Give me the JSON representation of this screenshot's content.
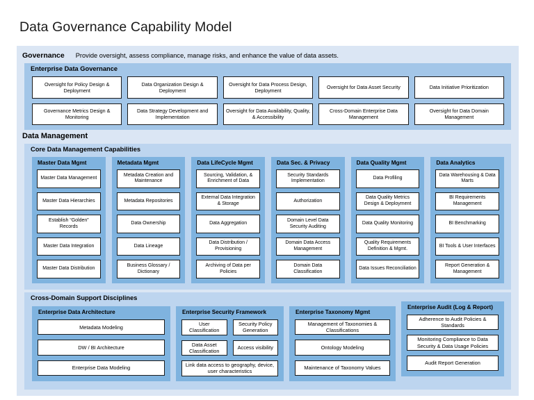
{
  "page_title": "Data Governance Capability Model",
  "governance": {
    "label": "Governance",
    "description": "Provide oversight, assess compliance, manage risks, and enhance the value of data assets.",
    "panel_title": "Enterprise Data Governance",
    "items": [
      "Oversight for Policy Design & Deployment",
      "Data Organization Design & Deployment",
      "Oversight for Data Process Design, Deployment",
      "Oversight for Data Asset Security",
      "Data Initiative Prioritization",
      "Governance Metrics Design & Monitoring",
      "Data Strategy Development and Implementation",
      "Oversight for Data Availability, Quality, & Accessibility",
      "Cross-Domain Enterprise Data Management",
      "Oversight for Data Domain Management"
    ]
  },
  "data_management": {
    "label": "Data Management",
    "core": {
      "panel_title": "Core Data Management Capabilities",
      "columns": [
        {
          "title": "Master Data Mgmt",
          "items": [
            "Master Data Management",
            "Master Data Hierarchies",
            "Establish “Golden” Records",
            "Master Data Integration",
            "Master Data Distribution"
          ]
        },
        {
          "title": "Metadata Mgmt",
          "items": [
            "Metadata Creation and Maintenance",
            "Metadata Repositories",
            "Data Ownership",
            "Data Lineage",
            "Business Glossary / Dictionary"
          ]
        },
        {
          "title": "Data LifeCycle Mgmt",
          "items": [
            "Sourcing, Validation, & Enrichment of Data",
            "External Data Integration & Storage",
            "Data Aggregation",
            "Data Distribution / Provisioning",
            "Archiving of Data per Policies"
          ]
        },
        {
          "title": "Data Sec. & Privacy",
          "items": [
            "Security Standards Implementation",
            "Authorization",
            "Domain Level Data Security Auditing",
            "Domain Data Access Management",
            "Domain Data Classification"
          ]
        },
        {
          "title": "Data Quality Mgmt",
          "items": [
            "Data Profiling",
            "Data Quality Metrics Design & Deployment",
            "Data Quality Monitoring",
            "Quality Requirements Definition & Mgmt.",
            "Data Issues Reconciliation"
          ]
        },
        {
          "title": "Data Analytics",
          "items": [
            "Data Warehousing & Data Marts",
            "BI Requirements Management",
            "BI Benchmarking",
            "BI Tools & User Interfaces",
            "Report Generation & Management"
          ]
        }
      ]
    },
    "cross_domain": {
      "panel_title": "Cross-Domain Support Disciplines",
      "columns": [
        {
          "title": "Enterprise Data Architecture",
          "items": [
            "Metadata Modeling",
            "DW / BI Architecture",
            "Enterprise Data Modeling"
          ]
        },
        {
          "title": "Enterprise Security Framework",
          "row1": [
            "User Classification",
            "Security Policy Generation"
          ],
          "row2": [
            "Data Asset Classification",
            "Access visibility"
          ],
          "row3": "Link data access to geography, device, user characteristics"
        },
        {
          "title": "Enterprise Taxonomy Mgmt",
          "items": [
            "Management of Taxonomies & Classifications",
            "Ontology Modeling",
            "Maintenance of Taxonomy Values"
          ]
        },
        {
          "title": "Enterprise Audit (Log & Report)",
          "items": [
            "Adherence to Audit Policies & Standards",
            "Monitoring Compliance to Data Security & Data Usage Policies",
            "Audit Report Generation"
          ]
        }
      ]
    }
  },
  "colors": {
    "slide_background": "#ffffff",
    "outer_shell": "#dbe6f4",
    "panel_blue": "#a3c6e8",
    "section_blue": "#bdd5ef",
    "column_blue": "#7fb3df",
    "box_white": "#ffffff",
    "box_border": "#1a1a1a",
    "text": "#000000"
  }
}
